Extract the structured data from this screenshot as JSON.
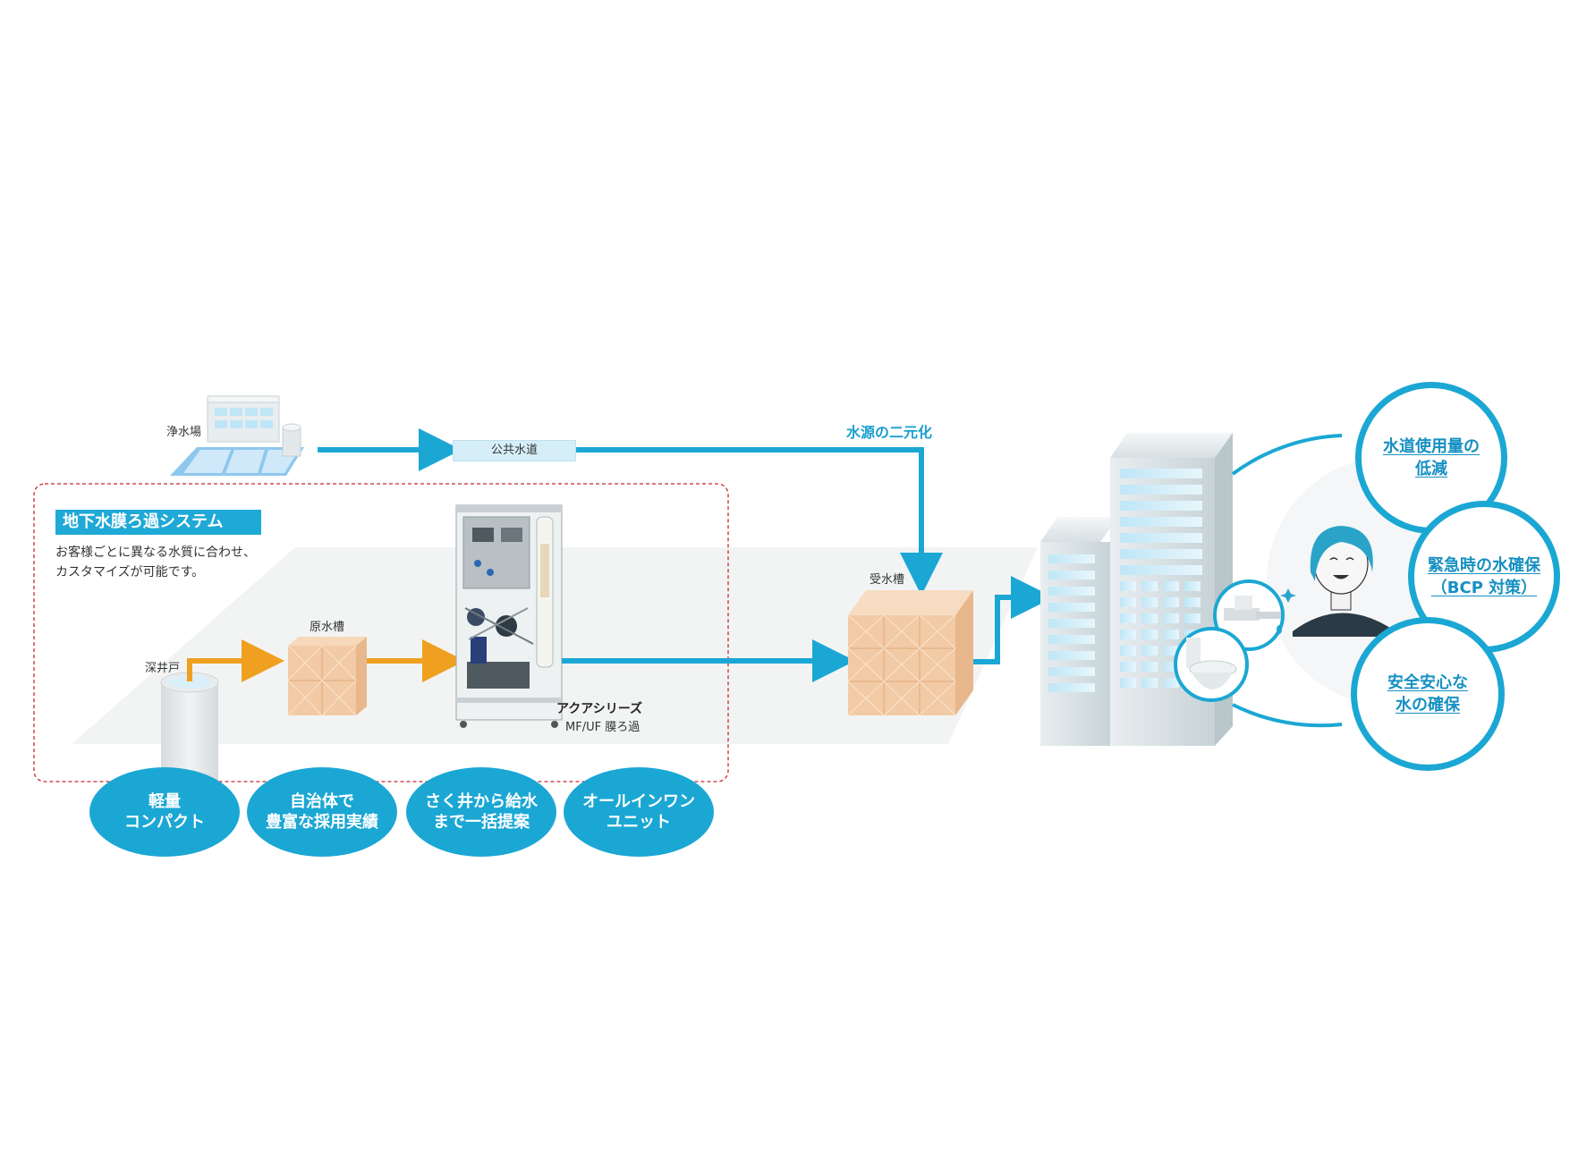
{
  "labels": {
    "water_plant": "浄水場",
    "public_water": "公共水道",
    "dual_source": "水源の二元化",
    "deep_well": "深井戸",
    "raw_tank": "原水槽",
    "receiving_tank": "受水槽"
  },
  "system": {
    "title": "地下水膜ろ過システム",
    "desc_line1": "お客様ごとに異なる水質に合わせ、",
    "desc_line2": "カスタマイズが可能です。"
  },
  "product": {
    "name": "アクアシリーズ",
    "type": "MF/UF 膜ろ過"
  },
  "features": [
    {
      "line1": "軽量",
      "line2": "コンパクト"
    },
    {
      "line1": "自治体で",
      "line2": "豊富な採用実績"
    },
    {
      "line1": "さく井から給水",
      "line2": "まで一括提案"
    },
    {
      "line1": "オールインワン",
      "line2": "ユニット"
    }
  ],
  "benefits": [
    {
      "line1": "水道使用量の",
      "line2": "低減"
    },
    {
      "line1": "緊急時の水確保",
      "line2": "（BCP 対策）"
    },
    {
      "line1": "安全安心な",
      "line2": "水の確保"
    }
  ],
  "colors": {
    "accent_blue": "#1ba7d4",
    "flow_orange": "#f0a020",
    "tank_beige": "#f2cba6",
    "system_border": "#c8282d"
  }
}
